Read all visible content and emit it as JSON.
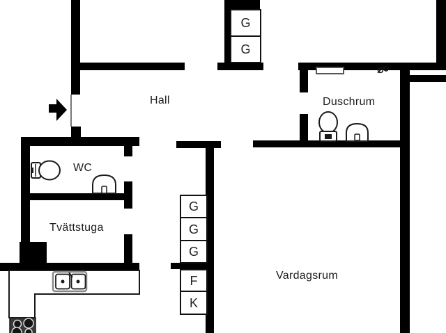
{
  "plan": {
    "type": "apartment-floor-plan",
    "rooms": {
      "hall": "Hall",
      "duschrum": "Duschrum",
      "wc": "WC",
      "tvattstuga": "Tvättstuga",
      "vardagsrum": "Vardagsrum"
    },
    "cabinets": {
      "hall_closet": [
        "G",
        "G"
      ],
      "wardrobe_column": [
        "G",
        "G",
        "G"
      ],
      "appliance_column": [
        "F",
        "K"
      ]
    },
    "fixtures": {
      "wc": [
        "toilet",
        "washbasin"
      ],
      "duschrum": [
        "toilet",
        "washbasin",
        "shelf",
        "vent-symbol"
      ],
      "kitchen": [
        "l-counter",
        "double-sink",
        "stove"
      ],
      "entrance": [
        "entry-arrow",
        "door-opening"
      ]
    },
    "colors": {
      "wall": "#000000",
      "background": "#ffffff",
      "fixture_outline": "#1a1a1a"
    }
  }
}
